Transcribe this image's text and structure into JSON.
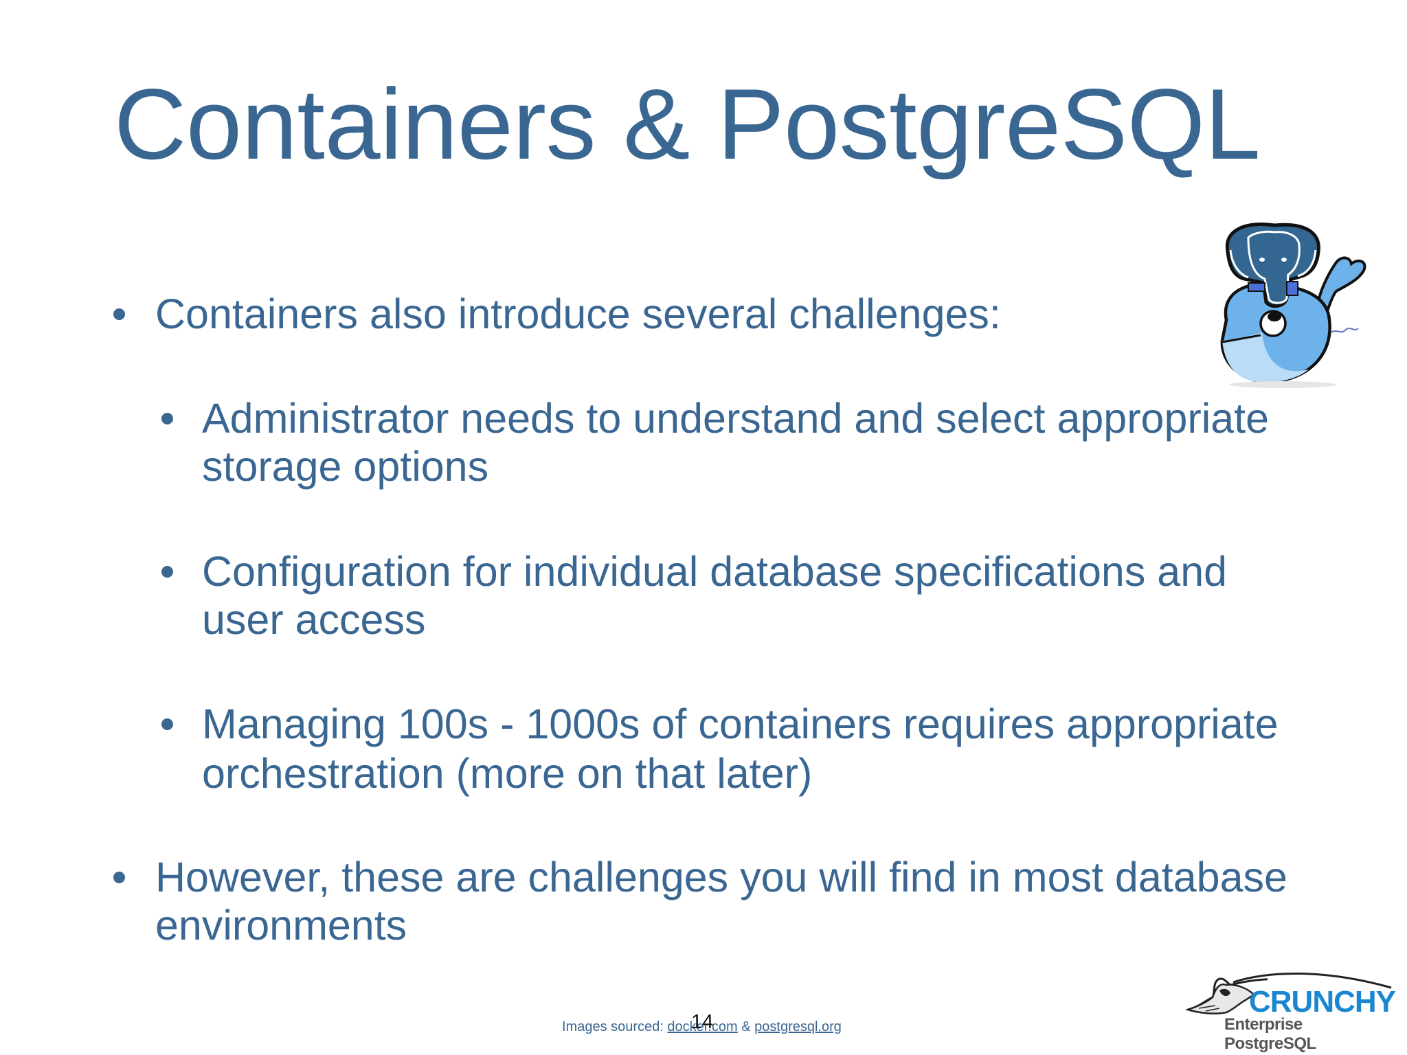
{
  "slide": {
    "title": "Containers & PostgreSQL",
    "bullets": [
      {
        "level": 1,
        "lines": [
          "Containers also introduce several challenges:"
        ]
      },
      {
        "level": 2,
        "lines": [
          "Administrator needs to understand and select appropriate",
          "storage options"
        ]
      },
      {
        "level": 2,
        "lines": [
          "Configuration for individual database specifications and",
          "user access"
        ]
      },
      {
        "level": 2,
        "lines": [
          "Managing 100s - 1000s of containers requires appropriate",
          "orchestration (more on that later)"
        ]
      },
      {
        "level": 1,
        "lines": [
          "However, these are challenges you will find in most database",
          "environments"
        ]
      }
    ],
    "footer": {
      "prefix": "Images sourced: ",
      "link1": "docker.com",
      "separator": " & ",
      "link2": "postgresql.org"
    },
    "page_number": "14",
    "logo": {
      "brand": "CRUNCHY",
      "tagline": "Enterprise PostgreSQL"
    },
    "illustration": "docker-whale-with-postgresql-elephant",
    "colors": {
      "text": "#3a6692",
      "brand_blue": "#1a86d0",
      "background": "#ffffff"
    }
  }
}
